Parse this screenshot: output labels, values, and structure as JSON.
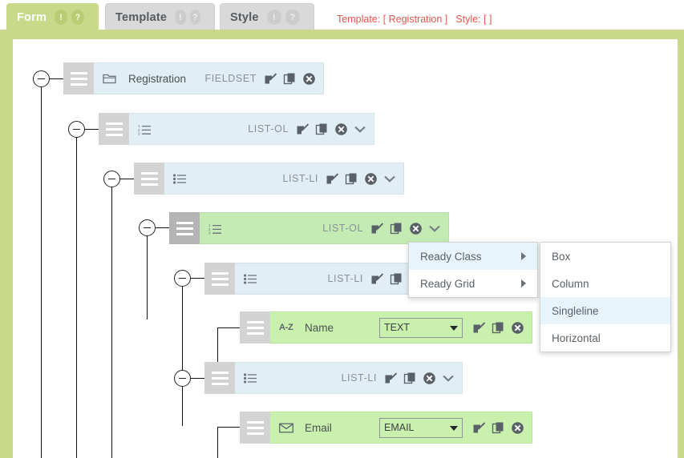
{
  "tabs": [
    {
      "label": "Form",
      "active": true,
      "badges": [
        "!",
        "?"
      ],
      "name": "tab-form"
    },
    {
      "label": "Template",
      "active": false,
      "badges": [
        "!",
        "?"
      ],
      "name": "tab-template"
    },
    {
      "label": "Style",
      "active": false,
      "badges": [
        "!",
        "?"
      ],
      "name": "tab-style"
    }
  ],
  "header": {
    "template_meta": "Template: [ Registration ]",
    "style_meta": "Style: [  ]",
    "meta_color": "#e8544c"
  },
  "colors": {
    "tab_active": "#c9d98a",
    "tab_inactive": "#d9d9d9",
    "row_blue": "#e1eef4",
    "row_green_selected": "#c4ebb4",
    "row_field_green": "#c9f0ac",
    "grip_gray": "#d3d3d3",
    "grip_dark": "#b4b4b4",
    "menu_highlight": "#e8f4fb"
  },
  "tree": {
    "nodes": [
      {
        "name": "Registration",
        "type": "FIELDSET",
        "icon": "folder-icon",
        "style": "blue",
        "depth": 0,
        "has_chevron": false,
        "has_select": false,
        "expanded": true
      },
      {
        "name": "",
        "type": "LIST-OL",
        "icon": "ordered-list-icon",
        "style": "blue",
        "depth": 1,
        "has_chevron": true,
        "has_select": false,
        "expanded": true
      },
      {
        "name": "",
        "type": "LIST-LI",
        "icon": "unordered-list-icon",
        "style": "blue",
        "depth": 2,
        "has_chevron": true,
        "has_select": false,
        "expanded": true
      },
      {
        "name": "",
        "type": "LIST-OL",
        "icon": "ordered-list-icon",
        "style": "green",
        "depth": 3,
        "has_chevron": true,
        "has_select": false,
        "expanded": true,
        "selected": true
      },
      {
        "name": "",
        "type": "LIST-LI",
        "icon": "unordered-list-icon",
        "style": "blue",
        "depth": 4,
        "has_chevron": true,
        "has_select": false,
        "expanded": true
      },
      {
        "name": "Name",
        "type": "",
        "icon": "az-icon",
        "icon_text": "A-Z",
        "style": "greenlt",
        "depth": 5,
        "has_chevron": false,
        "has_select": true,
        "select_value": "TEXT",
        "select_options": [
          "TEXT"
        ]
      },
      {
        "name": "",
        "type": "LIST-LI",
        "icon": "unordered-list-icon",
        "style": "blue",
        "depth": 4,
        "has_chevron": true,
        "has_select": false,
        "expanded": true
      },
      {
        "name": "Email",
        "type": "",
        "icon": "envelope-icon",
        "style": "greenlt",
        "depth": 5,
        "has_chevron": false,
        "has_select": true,
        "select_value": "EMAIL",
        "select_options": [
          "EMAIL"
        ]
      }
    ],
    "row_actions": [
      "edit-icon",
      "copy-icon",
      "delete-icon"
    ]
  },
  "context_menu": {
    "items": [
      {
        "label": "Ready Class",
        "has_submenu": true,
        "highlighted": true
      },
      {
        "label": "Ready Grid",
        "has_submenu": true,
        "highlighted": false
      }
    ],
    "submenu": {
      "items": [
        {
          "label": "Box",
          "highlighted": false
        },
        {
          "label": "Column",
          "highlighted": false
        },
        {
          "label": "Singleline",
          "highlighted": true
        },
        {
          "label": "Horizontal",
          "highlighted": false
        }
      ]
    }
  }
}
